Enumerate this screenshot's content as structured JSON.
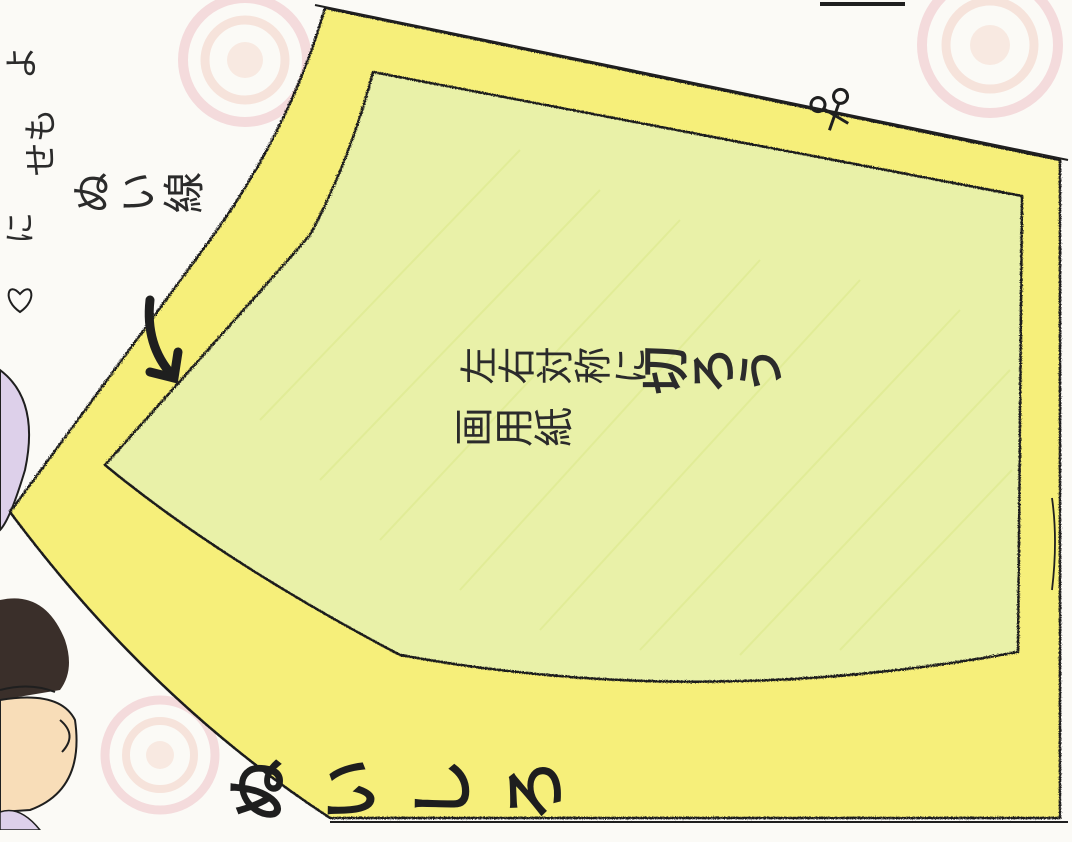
{
  "drawing": {
    "seam_allowance_label": "ぬいしろ",
    "sewing_line_label": "ぬい線",
    "instructions": {
      "line1": "画用紙",
      "line2": "左右対称に",
      "line3": "切ろう"
    },
    "edge_text": [
      "よ",
      "せも",
      "に"
    ]
  },
  "colors": {
    "seam_allowance": "#f6ef7a",
    "body_fill": "#e9f1a8",
    "ink": "#1f1f1f",
    "pink_swirl": "#efc2c8",
    "purple": "#d9c8e6",
    "hair": "#3a2f2a",
    "skin": "#f8ddb8"
  }
}
